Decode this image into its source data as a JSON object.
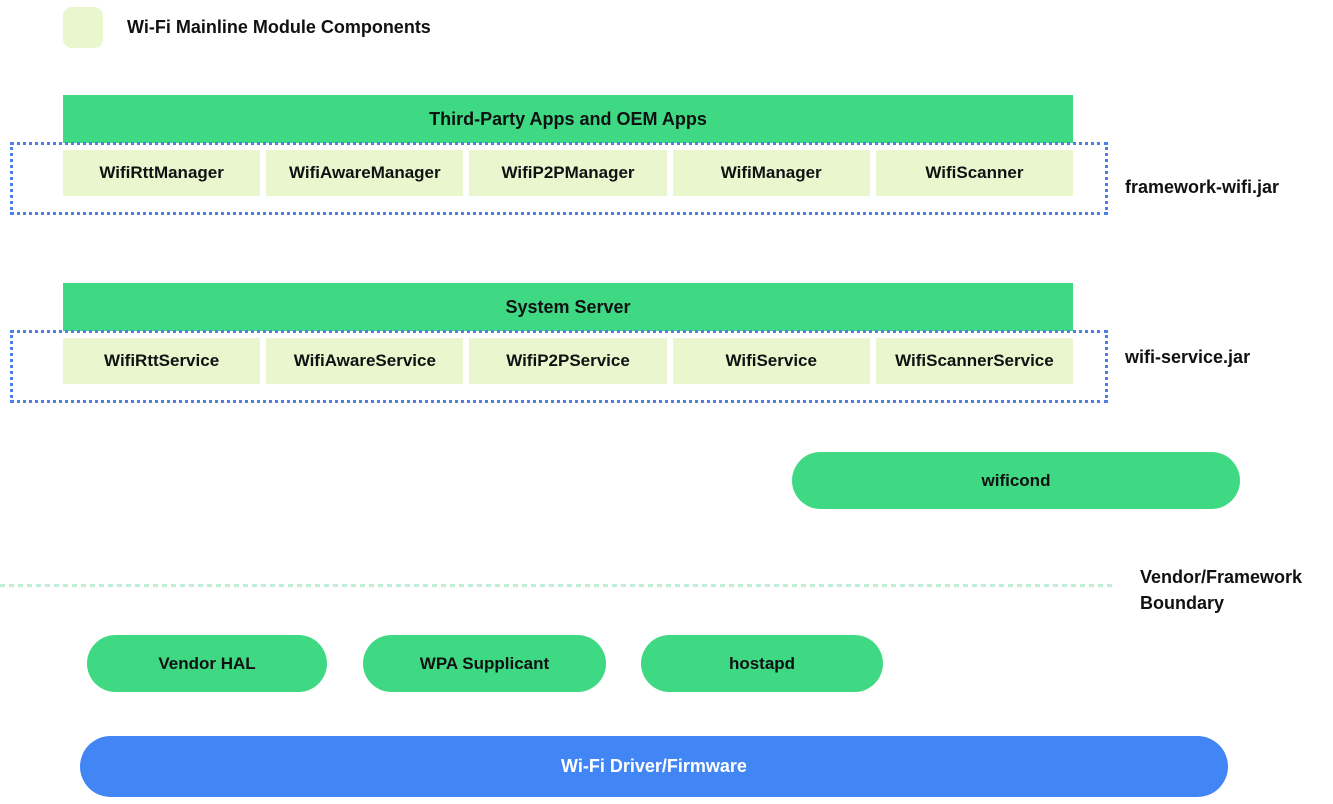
{
  "legend": {
    "label": "Wi-Fi Mainline Module Components"
  },
  "colors": {
    "module_green": "#3ed982",
    "component_light": "#eaf6cd",
    "dotted_border_blue": "#4d7fe8",
    "boundary_mint": "#c0eed6",
    "driver_blue": "#4285f4",
    "text_dark": "#101113",
    "text_white": "#ffffff"
  },
  "groups": [
    {
      "header": "Third-Party Apps and OEM Apps",
      "items": [
        "WifiRttManager",
        "WifiAwareManager",
        "WifiP2PManager",
        "WifiManager",
        "WifiScanner"
      ],
      "jar_label": "framework-wifi.jar"
    },
    {
      "header": "System Server",
      "items": [
        "WifiRttService",
        "WifiAwareService",
        "WifiP2PService",
        "WifiService",
        "WifiScannerService"
      ],
      "jar_label": "wifi-service.jar"
    }
  ],
  "wificond": {
    "label": "wificond"
  },
  "boundary": {
    "label": "Vendor/Framework Boundary"
  },
  "vendor_pills": [
    {
      "label": "Vendor HAL"
    },
    {
      "label": "WPA Supplicant"
    },
    {
      "label": "hostapd"
    }
  ],
  "driver": {
    "label": "Wi-Fi Driver/Firmware"
  }
}
